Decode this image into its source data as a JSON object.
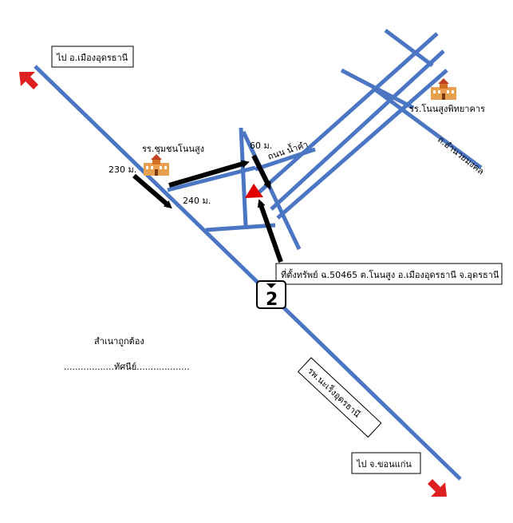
{
  "labels": {
    "to_udon": "ไป อ.เมืองอุดรธานี",
    "to_khonkaen": "ไป จ.ขอนแก่น",
    "school_community": "รร.ชุมชนโนนสูง",
    "school_wittaya": "รร.โนนสูงพิทยาคาร",
    "road_amnuai": "ถ.อำนวยมงคล",
    "road_namkham": "ถนน น้ำคำ",
    "dist_230": "230 ม.",
    "dist_240": "240 ม.",
    "dist_60": "60 ม.",
    "property": "ที่ตั้งทรัพย์ ฉ.50465 ต.โนนสูง อ.เมืองอุดรธานี จ.อุดรธานี",
    "highway_no": "2",
    "hospital": "รพ.นะเร็งอุดรธานี",
    "certified": "สำเนาถูกต้อง",
    "signature": "..................ทัศนีย์..................."
  },
  "colors": {
    "road": "#4a76c4",
    "direction_arrow": "#e02020",
    "property_marker": "#e00000",
    "route_arrow": "#000000"
  },
  "icons": {
    "school_community": "school-building-icon",
    "school_wittaya": "school-building-icon",
    "highway_shield": "highway-shield-icon"
  }
}
